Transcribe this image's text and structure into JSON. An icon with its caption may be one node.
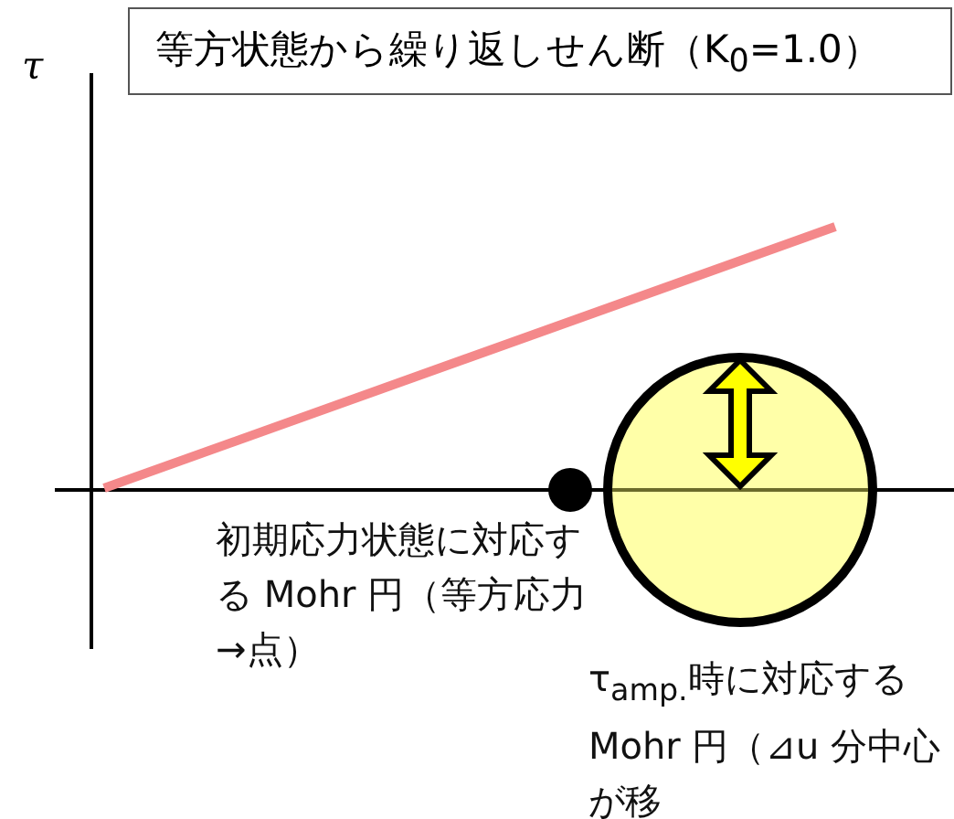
{
  "diagram": {
    "nodes": [
      {
        "text": [
          "等方状態から繰り返しせん断（K$_{0}$=1.0）"
        ]
      },
      {
        "text": [],
        "shape": "circle",
        "beside": [
          "初期応力状態に対応する Mohr 円（等方応力→点）"
        ]
      },
      {
        "text": [],
        "shape": "circle",
        "beside": [
          "τ$_{amp.}$時に対応する Mohr 円（⊿u 分中心が移"
        ]
      }
    ],
    "edges": [],
    "labels": [
      "τ"
    ]
  }
}
